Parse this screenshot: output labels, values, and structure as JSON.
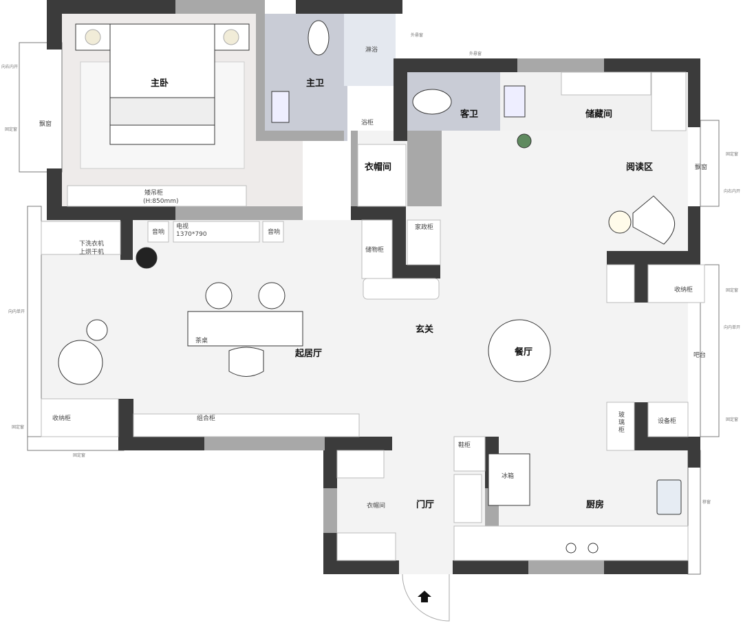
{
  "rooms": {
    "master_bedroom": "主卧",
    "master_bath": "主卫",
    "shower": "淋浴",
    "bath_cabinet": "浴柜",
    "guest_bath": "客卫",
    "storage_room": "储藏间",
    "cloakroom_upper": "衣帽间",
    "reading_area": "阅读区",
    "foyer": "玄关",
    "living_room": "起居厅",
    "dining_room": "餐厅",
    "entrance_hall": "门厅",
    "cloakroom_lower": "衣帽间",
    "kitchen": "厨房",
    "bay_window_left": "飘窗",
    "bay_window_right": "飘窗",
    "bar_counter": "吧台"
  },
  "furniture": {
    "low_cabinet": "矮吊柜",
    "low_cabinet_height": "(H:850mm)",
    "speaker_left": "音响",
    "tv": "电视",
    "tv_size": "1370*790",
    "speaker_right": "音响",
    "washer": "下洗衣机",
    "dryer": "上烘干机",
    "storage_cabinet": "储物柜",
    "housekeeping_cabinet": "家政柜",
    "storage_cabinet_right": "收纳柜",
    "tea_table": "茶桌",
    "storage_cabinet_left": "收纳柜",
    "combo_cabinet": "组合柜",
    "glass_cabinet": [
      "玻",
      "璃",
      "柜"
    ],
    "equipment_cabinet": "设备柜",
    "shoe_cabinet": "鞋柜",
    "fridge": "冰箱"
  },
  "windows": {
    "top_1": "外悬窗",
    "top_2": "外悬窗",
    "left_1": "向右内开",
    "left_2": "固定窗",
    "left_3": "向内单开",
    "left_4": "固定窗",
    "bottom_left": "固定窗",
    "right_1": "固定窗",
    "right_2": "向右内开",
    "right_3": "固定窗",
    "right_4": "向内单开",
    "right_5": "固定窗",
    "right_6": "移窗"
  },
  "colors": {
    "wall": "#3b3b3b",
    "partition": "#a8a8a8",
    "floor": "#f3f3f3",
    "bath": "#c9ccd6"
  }
}
